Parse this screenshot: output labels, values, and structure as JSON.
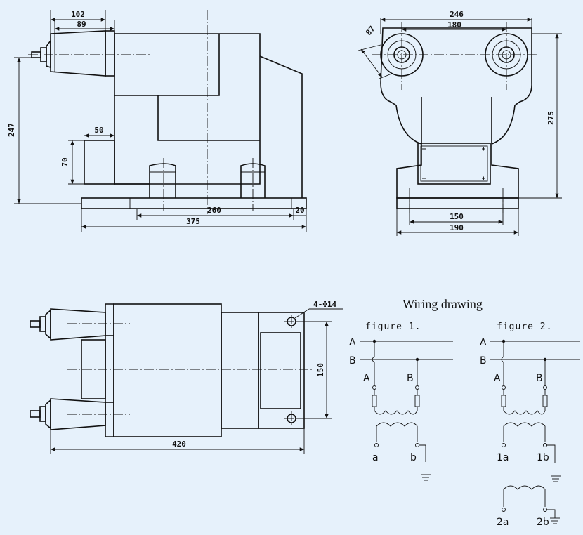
{
  "dimensions": {
    "front": {
      "d102": "102",
      "d89": "89",
      "d247": "247",
      "d50": "50",
      "d70": "70",
      "d260": "260",
      "d20": "20",
      "d375": "375"
    },
    "side": {
      "d246": "246",
      "d87": "87",
      "d180": "180",
      "d275": "275",
      "d150": "150",
      "d190": "190"
    },
    "top": {
      "holes": "4-Φ14",
      "d150": "150",
      "d420": "420"
    }
  },
  "wiring": {
    "title": "Wiring drawing",
    "figure1": {
      "title": "figure 1.",
      "line_a": "A",
      "line_b": "B",
      "primary_a": "A",
      "primary_b": "B",
      "secondary_a": "a",
      "secondary_b": "b"
    },
    "figure2": {
      "title": "figure 2.",
      "line_a": "A",
      "line_b": "B",
      "primary_a": "A",
      "primary_b": "B",
      "sec1_a": "1a",
      "sec1_b": "1b",
      "sec2_a": "2a",
      "sec2_b": "2b"
    }
  }
}
